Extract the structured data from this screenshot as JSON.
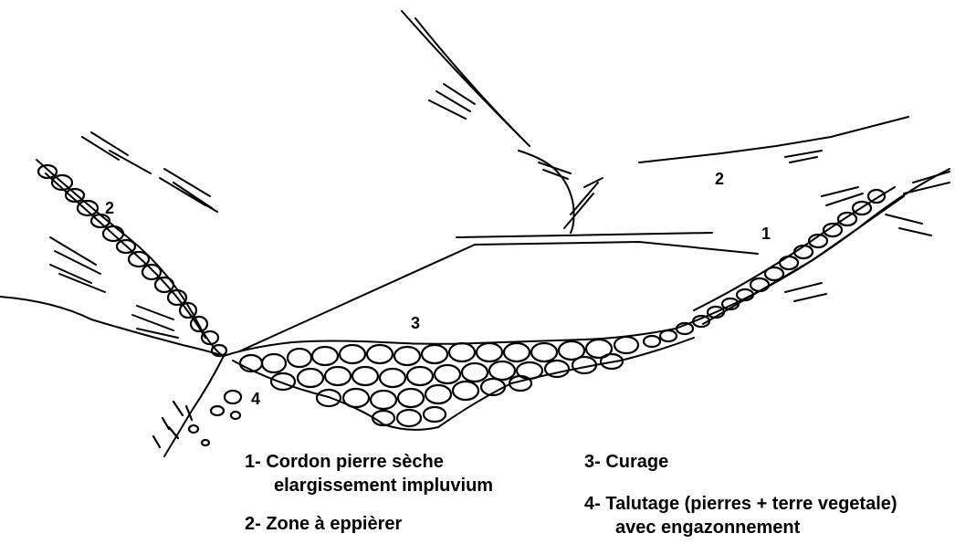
{
  "diagram": {
    "callouts": {
      "label_1": "1",
      "label_2_left": "2",
      "label_2_right": "2",
      "label_3": "3",
      "label_4": "4"
    },
    "legend": {
      "item_1_line_1": "1-  Cordon pierre sèche",
      "item_1_line_2": "elargissement impluvium",
      "item_2": "2-  Zone à eppièrer",
      "item_3": "3-  Curage",
      "item_4_line_1": "4-  Talutage (pierres + terre vegetale)",
      "item_4_line_2": "avec engazonnement"
    },
    "colors": {
      "ink": "#000000",
      "paper": "#ffffff"
    }
  }
}
